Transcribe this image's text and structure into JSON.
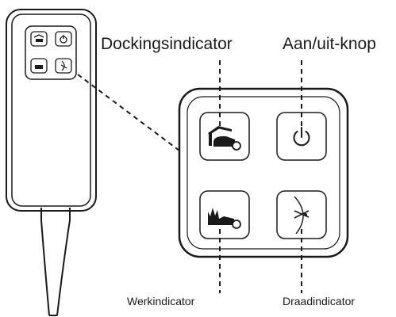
{
  "callouts": {
    "docking_indicator": "Dockingsindicator",
    "power_button": "Aan/uit-knop",
    "work_indicator": "Werkindicator",
    "wire_indicator": "Draadindicator"
  },
  "icons": {
    "docking": "mower-under-roof-icon",
    "power": "power-icon",
    "work": "mower-on-grass-icon",
    "wire": "wire-cut-icon"
  },
  "colors": {
    "line": "#1a1a1a",
    "panel_fill": "#ffffff"
  }
}
